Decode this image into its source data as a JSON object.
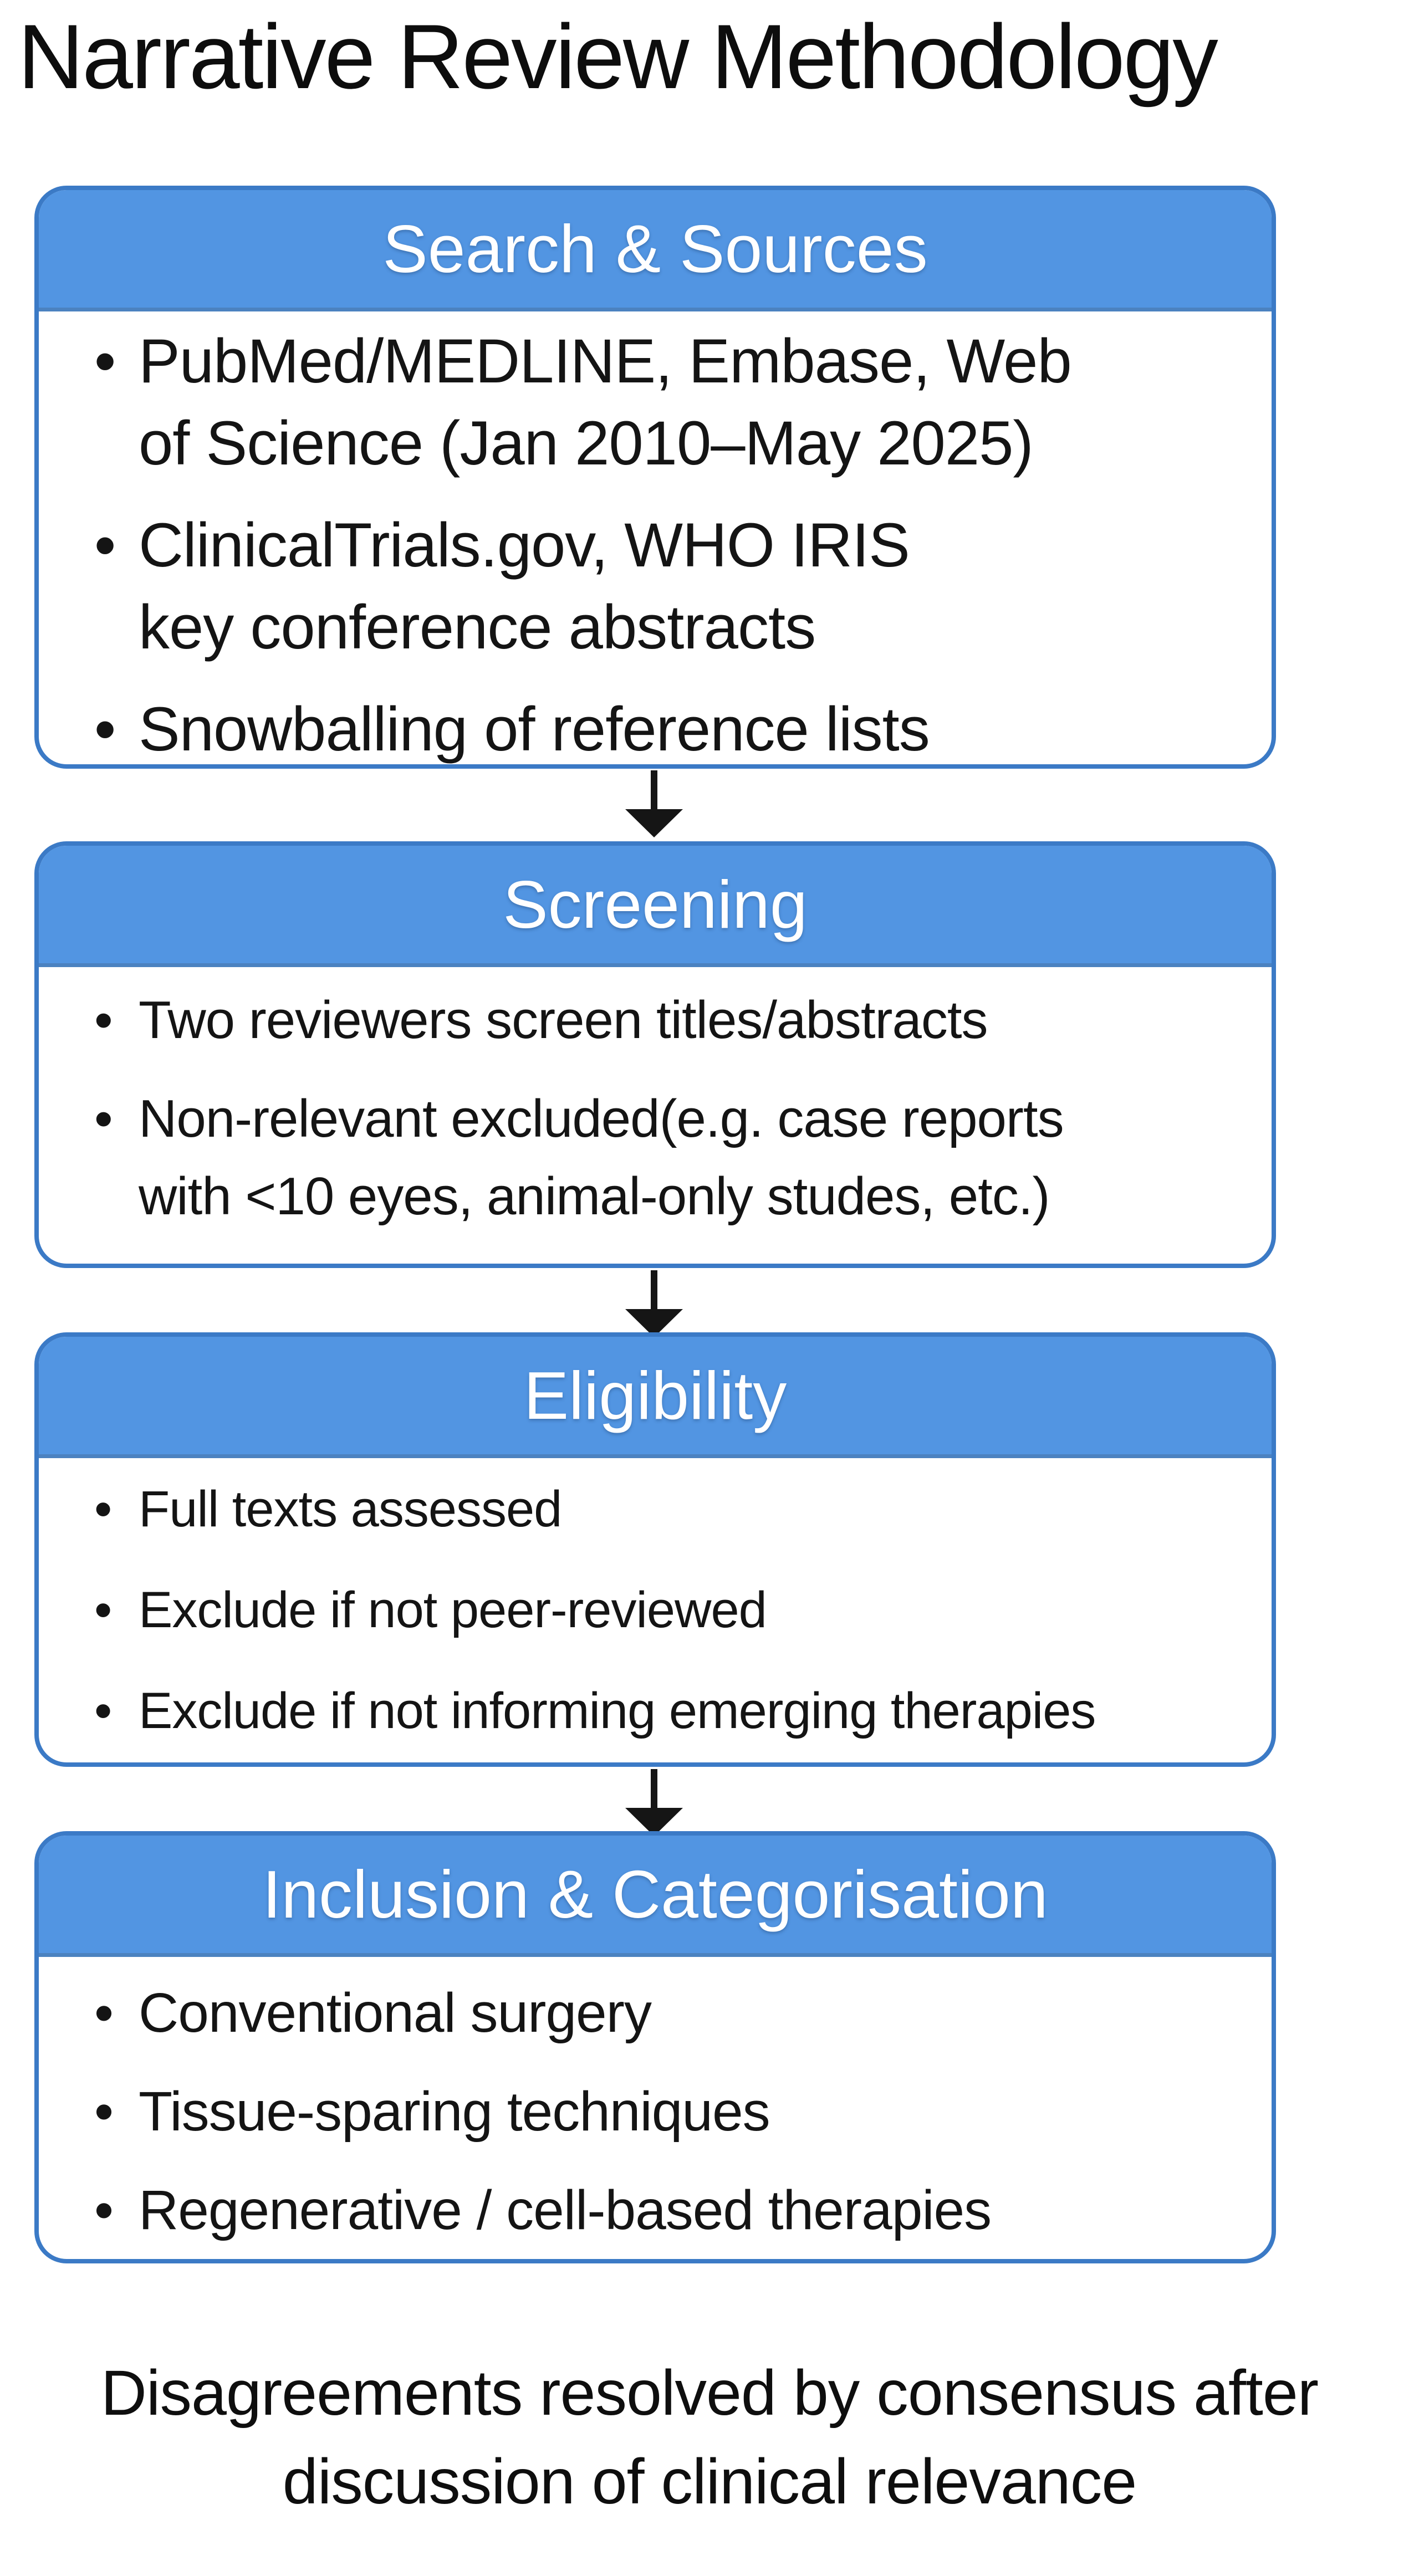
{
  "figure": {
    "title": "Narrative Review Methodology",
    "footer": {
      "line1": "Disagreements resolved by consensus after",
      "line2": "discussion of clinical relevance"
    }
  },
  "colors": {
    "header_blue": "#5295e2",
    "box_border_blue": "#3b7ac6",
    "header_divider_blue": "#4b82c0",
    "header_text_white": "#ffffff",
    "body_text_black": "#141414",
    "arrow_black": "#151515"
  },
  "steps": [
    {
      "title": "Search & Sources",
      "bullets": [
        "PubMed/MEDLINE, Embase, Web\nof Science (Jan 2010–May 2025)",
        "ClinicalTrials.gov, WHO IRIS\nkey conference abstracts",
        "Snowballing of reference lists"
      ]
    },
    {
      "title": "Screening",
      "bullets": [
        "Two reviewers screen titles/abstracts",
        "Non-relevant excluded(e.g. case reports\nwith <10 eyes, animal-only studes, etc.)"
      ]
    },
    {
      "title": "Eligibility",
      "bullets": [
        "Full texts assessed",
        "Exclude if not peer-reviewed",
        "Exclude if not informing emerging therapies"
      ]
    },
    {
      "title": "Inclusion & Categorisation",
      "bullets": [
        "Conventional surgery",
        "Tissue-sparing techniques",
        "Regenerative / cell-based therapies"
      ]
    }
  ]
}
